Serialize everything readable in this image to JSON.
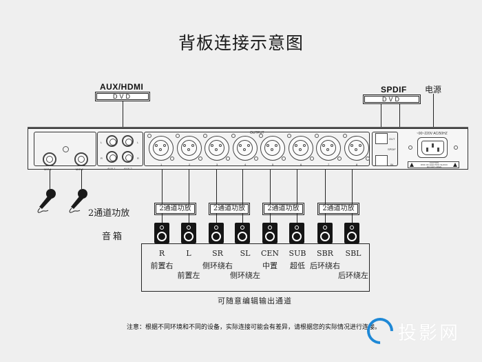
{
  "title": "背板连接示意图",
  "sources": {
    "aux_hdmi": {
      "label": "AUX/HDMI",
      "device": "DVD"
    },
    "spdif": {
      "label": "SPDIF",
      "device": "DVD"
    },
    "power": {
      "label": "电源"
    }
  },
  "panel": {
    "mic_labels": [
      "MIC 1",
      "MIC 2"
    ],
    "aux_labels": [
      "AUX 1",
      "AUX 2"
    ],
    "aux_channel_labels": [
      "L",
      "R"
    ],
    "output_label": "OUTPUT",
    "output_numbers": [
      "1",
      "2",
      "3",
      "4",
      "5",
      "6",
      "7",
      "8"
    ],
    "optical_labels": [
      "OUT",
      "SPDIF",
      "IN"
    ],
    "power_rating": "~90~220V AC/50HZ",
    "caution_text": [
      "CAUTION",
      "RISK OF ELECTRIC SHOCK",
      "DO NOT OPEN"
    ]
  },
  "legend": {
    "amplifier_label": "2通道功放",
    "speaker_label": "音箱"
  },
  "amplifiers": [
    "2通道功放",
    "2通道功放",
    "2通道功放",
    "2通道功放"
  ],
  "channels": [
    {
      "code": "R",
      "name": "前置右"
    },
    {
      "code": "L",
      "name": "前置左"
    },
    {
      "code": "SR",
      "name": "侧环绕右"
    },
    {
      "code": "SL",
      "name": "侧环绕左"
    },
    {
      "code": "CEN",
      "name": "中置"
    },
    {
      "code": "SUB",
      "name": "超低"
    },
    {
      "code": "SBR",
      "name": "后环绕右"
    },
    {
      "code": "SBL",
      "name": "后环绕左"
    }
  ],
  "channel_box_caption": "可随意编辑输出通道",
  "note": "注意：根据不同环境和不同的设备，实际连接可能会有差异，请根据您的实际情况进行连接。",
  "watermark": {
    "text": "投影网",
    "color": "#1e88d6"
  }
}
